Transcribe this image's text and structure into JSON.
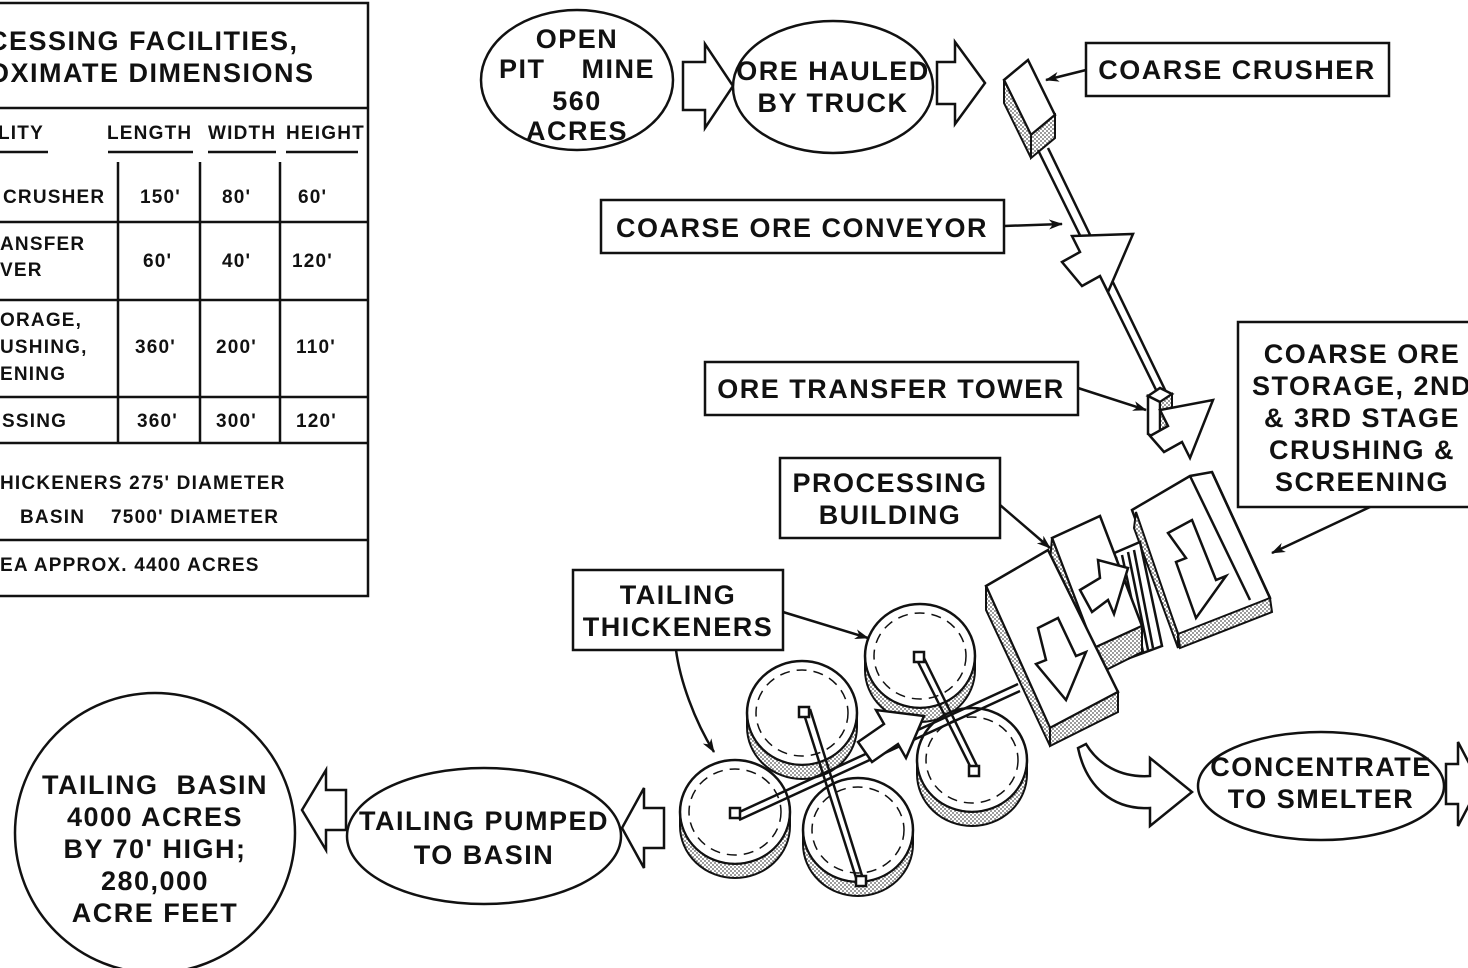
{
  "colors": {
    "ink": "#111111",
    "paper": "#ffffff",
    "stipple": "#9a9a9a"
  },
  "table": {
    "title_line1": "CESSING FACILITIES,",
    "title_line2": "OXIMATE DIMENSIONS",
    "headers": [
      "LITY",
      "LENGTH",
      "WIDTH",
      "HEIGHT"
    ],
    "rows": [
      {
        "facility": [
          "CRUSHER"
        ],
        "length": "150'",
        "width": "80'",
        "height": "60'"
      },
      {
        "facility": [
          "ANSFER",
          "VER"
        ],
        "length": "60'",
        "width": "40'",
        "height": "120'"
      },
      {
        "facility": [
          "ORAGE,",
          "USHING,",
          "ENING"
        ],
        "length": "360'",
        "width": "200'",
        "height": "110'"
      },
      {
        "facility": [
          "SSING"
        ],
        "length": "360'",
        "width": "300'",
        "height": "120'"
      }
    ],
    "note1": "HICKENERS 275' DIAMETER",
    "note2": "BASIN    7500' DIAMETER",
    "footer": "EA APPROX. 4400 ACRES"
  },
  "nodes": {
    "open_pit": [
      "OPEN",
      "PIT    MINE",
      "560",
      "ACRES"
    ],
    "ore_hauled": [
      "ORE HAULED",
      "BY TRUCK"
    ],
    "coarse_crusher": "COARSE CRUSHER",
    "coarse_ore_conveyor": "COARSE ORE CONVEYOR",
    "ore_transfer_tower": "ORE TRANSFER TOWER",
    "coarse_ore_storage": [
      "COARSE ORE",
      "STORAGE, 2ND",
      "& 3RD STAGE",
      "CRUSHING &",
      "SCREENING"
    ],
    "processing_building": [
      "PROCESSING",
      "BUILDING"
    ],
    "tailing_thickeners": [
      "TAILING",
      "THICKENERS"
    ],
    "concentrate": [
      "CONCENTRATE",
      "TO SMELTER"
    ],
    "tailing_pumped": [
      "TAILING PUMPED",
      "TO BASIN"
    ],
    "tailing_basin": [
      "TAILING  BASIN",
      "4000 ACRES",
      "BY 70' HIGH;",
      "280,000",
      "ACRE FEET"
    ]
  }
}
